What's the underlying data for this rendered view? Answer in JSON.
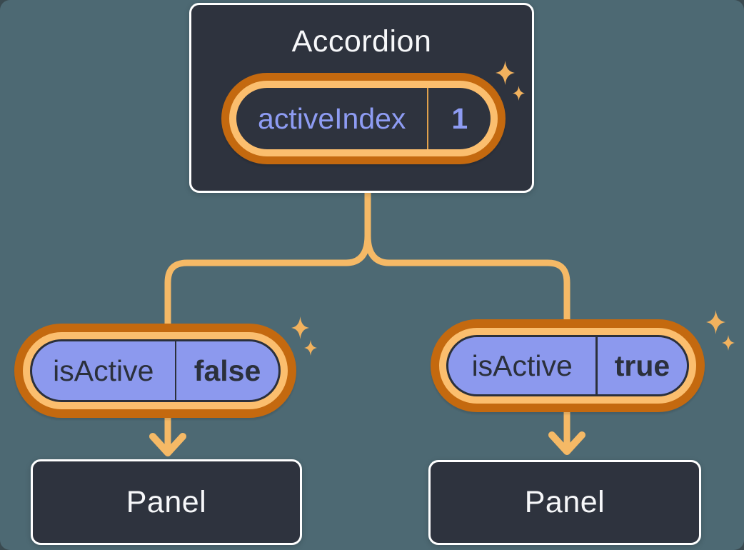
{
  "palette": {
    "background": "#4D6973",
    "card-bg": "#2E333E",
    "card-border": "#FFFFFF",
    "text-light": "#F6F7F9",
    "text-dark": "#2B303B",
    "purple-fill": "#8C99EE",
    "purple-text": "#8E9CF3",
    "ring-dark": "#C4690F",
    "ring-light": "#FBBE6E",
    "line": "#F5B966",
    "sparkle": "#F2B25E",
    "divider-orange": "#E0A14C"
  },
  "accordion": {
    "title": "Accordion",
    "state": {
      "label": "activeIndex",
      "value": "1"
    }
  },
  "children": [
    {
      "prop": {
        "label": "isActive",
        "value": "false"
      },
      "panel": {
        "label": "Panel"
      }
    },
    {
      "prop": {
        "label": "isActive",
        "value": "true"
      },
      "panel": {
        "label": "Panel"
      }
    }
  ]
}
